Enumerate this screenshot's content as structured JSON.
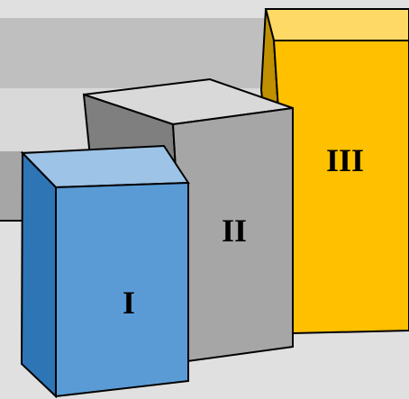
{
  "diagram": {
    "blocks": [
      {
        "id": "I",
        "label": "I",
        "colors": {
          "front": "#5b9bd5",
          "top": "#9dc3e6",
          "side": "#2e75b6"
        }
      },
      {
        "id": "II",
        "label": "II",
        "colors": {
          "front": "#a6a6a6",
          "top": "#d9d9d9",
          "side": "#7f7f7f"
        }
      },
      {
        "id": "III",
        "label": "III",
        "colors": {
          "front": "#ffc000",
          "top": "#ffd966",
          "side": "#bf9000"
        }
      }
    ],
    "background": {
      "floor": "#e0e0e0",
      "band": "#bfbfbf",
      "wall": "#d9d9d9"
    }
  }
}
